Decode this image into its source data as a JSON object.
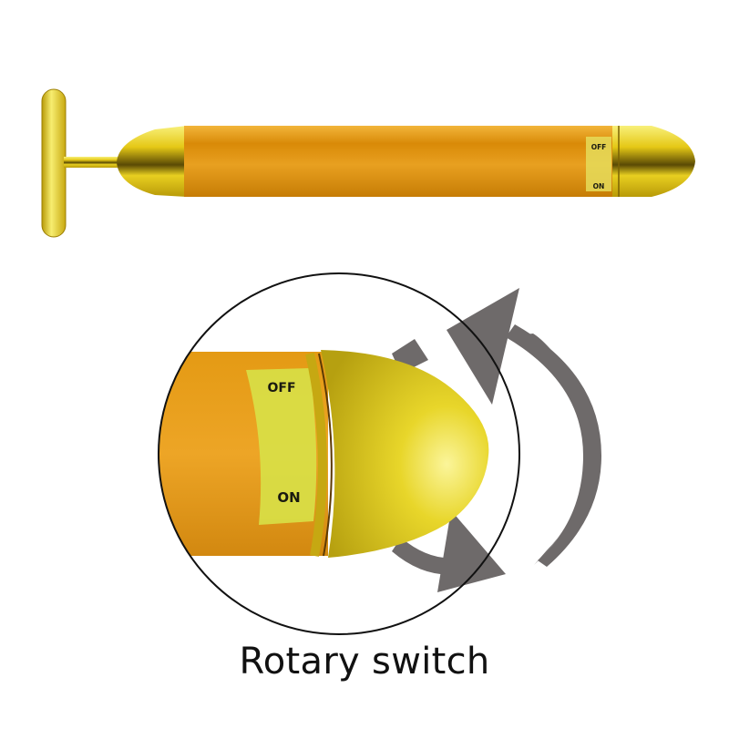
{
  "product": {
    "name": "gold T-bar beauty massager",
    "switch_labels": {
      "off": "OFF",
      "on": "ON"
    }
  },
  "detail_view": {
    "switch_labels": {
      "off": "OFF",
      "on": "ON"
    },
    "rotation_icon": "rotate-arrows-icon"
  },
  "caption": "Rotary switch",
  "colors": {
    "background": "#ffffff",
    "gold_body": "#e39a10",
    "gold_cap": "#e8d21c",
    "label_green": "#d4de3a",
    "arrow_gray": "#6e6a6a",
    "circle_stroke": "#111111"
  }
}
